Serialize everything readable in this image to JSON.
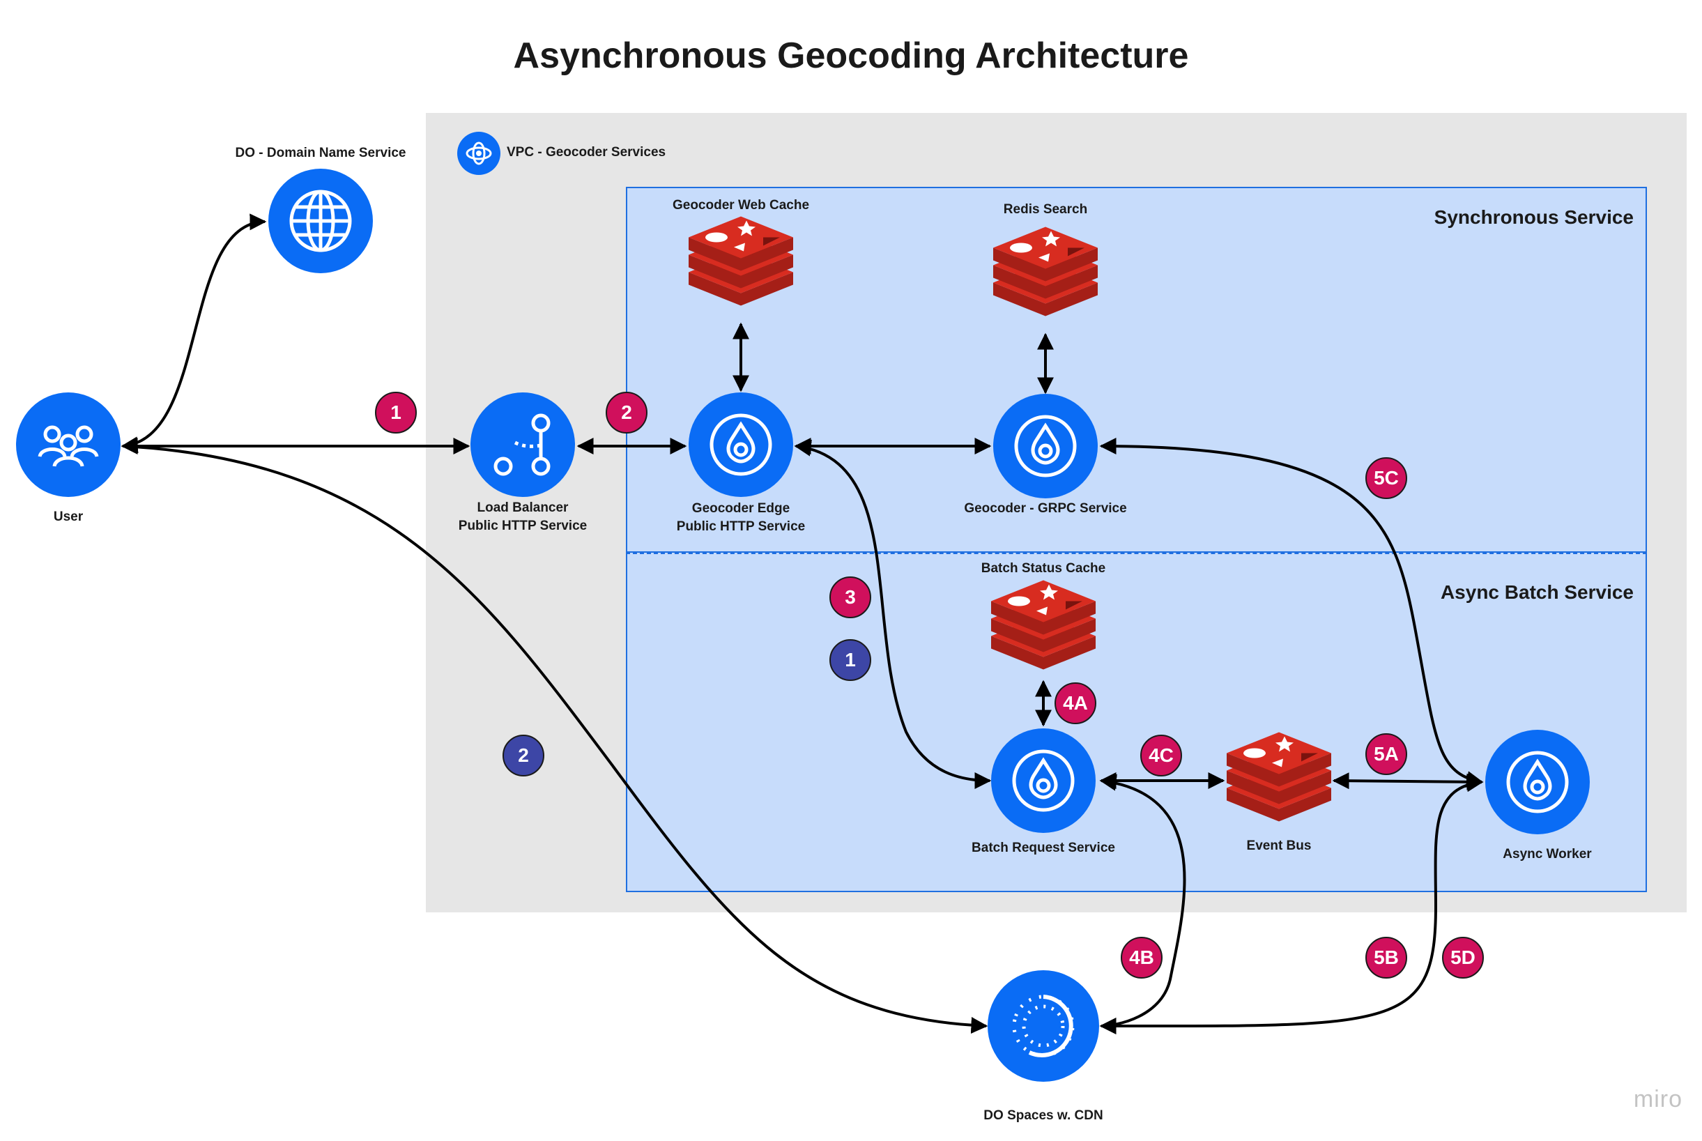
{
  "title": "Asynchronous Geocoding Architecture",
  "vpc_label": "VPC - Geocoder Services",
  "zones": {
    "sync": "Synchronous Service",
    "async": "Async Batch Service"
  },
  "nodes": {
    "user": "User",
    "dns": "DO - Domain Name Service",
    "lb_line1": "Load Balancer",
    "lb_line2": "Public HTTP Service",
    "edge_line1": "Geocoder Edge",
    "edge_line2": "Public HTTP Service",
    "grpc": "Geocoder - GRPC Service",
    "web_cache": "Geocoder Web Cache",
    "redis_search": "Redis Search",
    "batch_cache": "Batch Status Cache",
    "batch_request": "Batch Request Service",
    "event_bus": "Event Bus",
    "async_worker": "Async Worker",
    "spaces": "DO Spaces w. CDN"
  },
  "badges": {
    "sync_1": "1",
    "sync_2": "2",
    "sync_3": "3",
    "async_1": "1",
    "async_2": "2",
    "b4a": "4A",
    "b4b": "4B",
    "b4c": "4C",
    "b5a": "5A",
    "b5b": "5B",
    "b5c": "5C",
    "b5d": "5D"
  },
  "colors": {
    "node_blue": "#0a6cf5",
    "badge_red": "#d0105c",
    "badge_blue": "#3d46a6",
    "zone_fill": "#c7dcfb",
    "redis_red": "#d82c20"
  },
  "watermark": "miro"
}
